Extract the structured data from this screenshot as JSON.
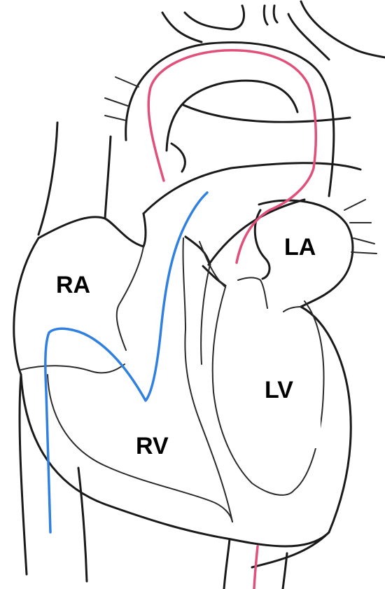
{
  "labels": {
    "ra": "RA",
    "rv": "RV",
    "la": "LA",
    "lv": "LV"
  },
  "colors": {
    "outline": "#1a1a1a",
    "catheter_blue": "#2f80e0",
    "catheter_red": "#e0507a",
    "background": "#ffffff"
  }
}
